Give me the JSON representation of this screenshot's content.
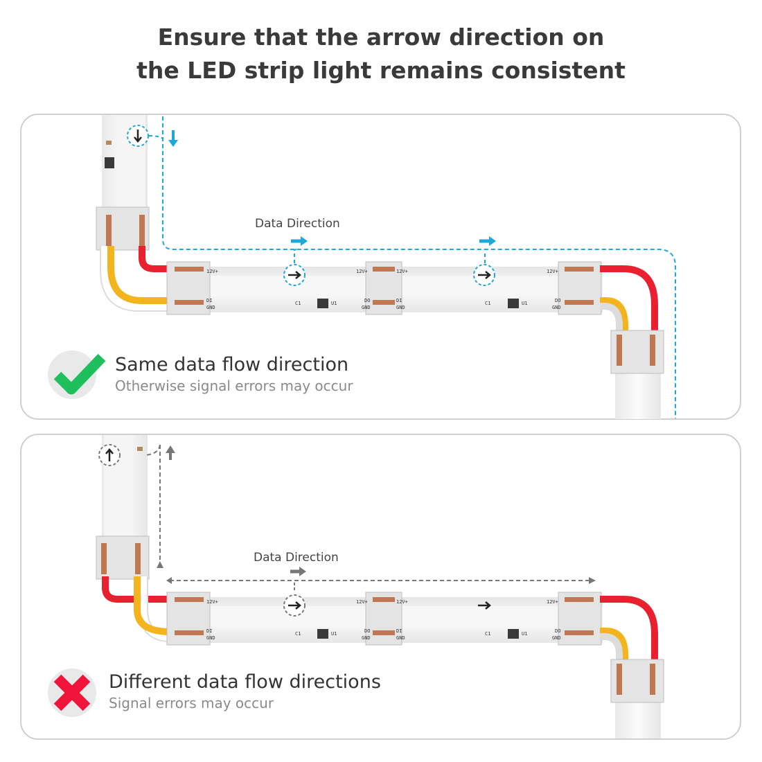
{
  "title": {
    "line1": "Ensure that the arrow direction on",
    "line2": "the LED strip light remains consistent"
  },
  "colors": {
    "data_correct": "#1ea8d8",
    "data_wrong": "#777777",
    "wire_positive": "#e8202f",
    "wire_data": "#f4b41e",
    "wire_ground": "#f2f2f2",
    "check_green": "#1fbf5e",
    "cross_red": "#f0153a"
  },
  "good_panel": {
    "data_direction_label": "Data Direction",
    "heading": "Same data flow direction",
    "subtext": "Otherwise signal errors may occur",
    "status_icon": "check-icon"
  },
  "bad_panel": {
    "data_direction_label": "Data Direction",
    "heading": "Different data flow directions",
    "subtext": "Signal errors may occur",
    "status_icon": "cross-icon"
  },
  "strip_markings": {
    "positive": "12V+",
    "ground": "GND",
    "data_in": "DI",
    "data_out": "DO",
    "capacitor": "C1",
    "chip": "U1"
  }
}
